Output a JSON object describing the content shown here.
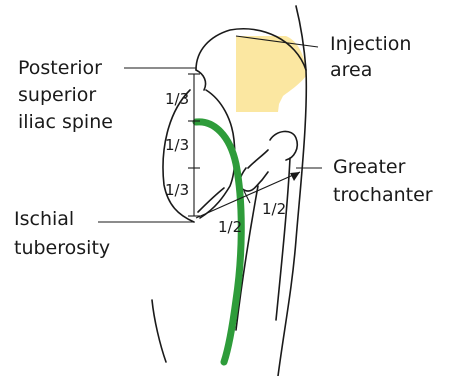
{
  "labels": {
    "injection_line1": "Injection",
    "injection_line2": "area",
    "psis_line1": "Posterior",
    "psis_line2": "superior",
    "psis_line3": "iliac spine",
    "greater_line1": "Greater",
    "greater_line2": "trochanter",
    "ischial_line1": "Ischial",
    "ischial_line2": "tuberosity"
  },
  "fractions": {
    "third_top": "1/3",
    "third_mid": "1/3",
    "third_bottom": "1/3",
    "half_left": "1/2",
    "half_right": "1/2"
  },
  "colors": {
    "injection_area": "#fbe7a1",
    "sciatic_nerve": "#2e9c3a",
    "outline": "#1a1a1a"
  }
}
